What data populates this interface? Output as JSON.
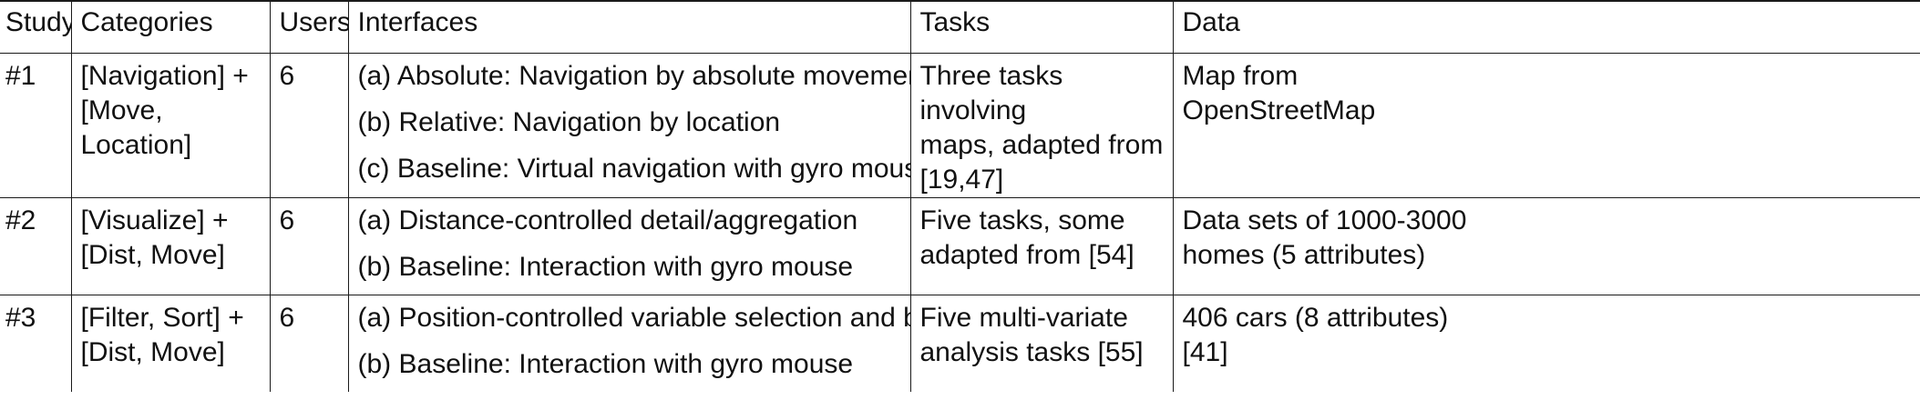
{
  "columns": [
    "Study",
    "Categories",
    "Users",
    "Interfaces",
    "Tasks",
    "Data"
  ],
  "rows": [
    {
      "study": "#1",
      "categories": [
        "[Navigation] +",
        "[Move, Location]"
      ],
      "users": "6",
      "interfaces": [
        "(a) Absolute: Navigation by absolute movement",
        "(b) Relative: Navigation by location",
        "(c) Baseline: Virtual navigation with gyro mouse"
      ],
      "tasks": [
        "Three tasks involving",
        "maps, adapted from",
        "[19,47]"
      ],
      "data": [
        "Map from",
        "OpenStreetMap"
      ]
    },
    {
      "study": "#2",
      "categories": [
        "[Visualize] +",
        "[Dist, Move]"
      ],
      "users": "6",
      "interfaces": [
        "(a) Distance-controlled detail/aggregation",
        "(b) Baseline: Interaction with gyro mouse"
      ],
      "tasks": [
        "Five tasks, some",
        "adapted from [54]"
      ],
      "data": [
        "Data sets of 1000-3000",
        "homes (5 attributes)"
      ]
    },
    {
      "study": "#3",
      "categories": [
        "[Filter, Sort] +",
        "[Dist, Move]"
      ],
      "users": "6",
      "interfaces": [
        "(a) Position-controlled variable selection and brushing",
        "(b) Baseline: Interaction with gyro mouse"
      ],
      "tasks": [
        "Five multi-variate",
        "analysis tasks [55]"
      ],
      "data": [
        "406 cars (8 attributes)",
        "[41]"
      ]
    }
  ]
}
